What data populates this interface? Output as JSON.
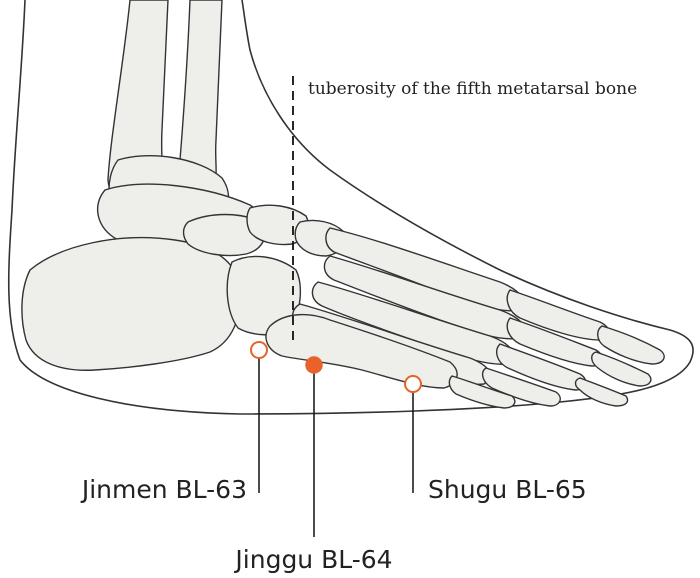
{
  "annotation": {
    "text": "tuberosity of the fifth metatarsal bone"
  },
  "points": [
    {
      "label": "Jinmen BL-63",
      "style": "hollow",
      "color": "#e8622a"
    },
    {
      "label": "Jinggu BL-64",
      "style": "filled",
      "color": "#e8622a"
    },
    {
      "label": "Shugu BL-65",
      "style": "hollow",
      "color": "#e8622a"
    }
  ]
}
